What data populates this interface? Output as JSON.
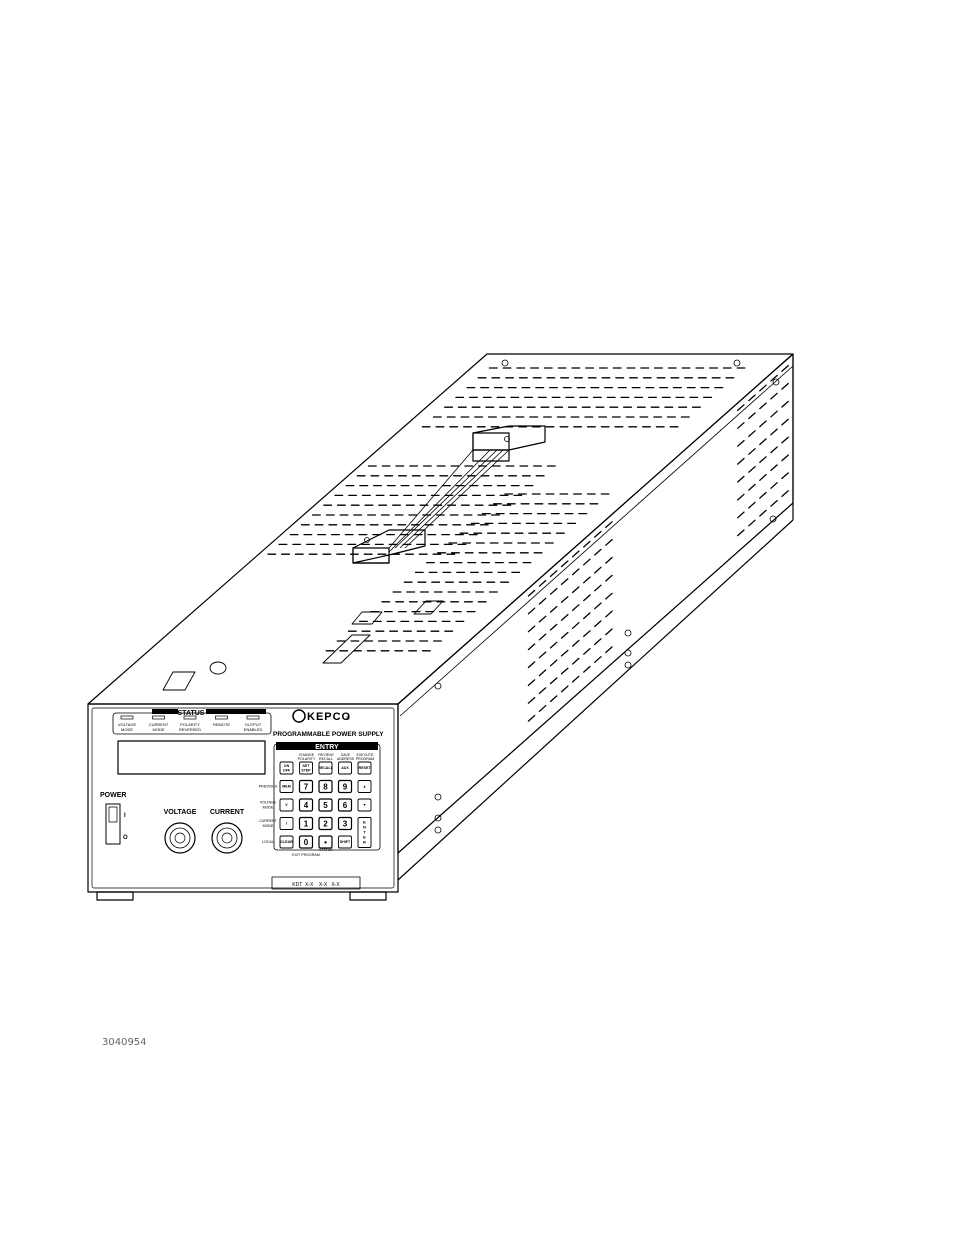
{
  "figure": {
    "status_title": "STATUS",
    "status_leds": [
      {
        "line1": "VOLTAGE",
        "line2": "MODE"
      },
      {
        "line1": "CURRENT",
        "line2": "MODE"
      },
      {
        "line1": "POLARITY",
        "line2": "REVERSED"
      },
      {
        "line1": "REMOTE",
        "line2": ""
      },
      {
        "line1": "OUTPUT",
        "line2": "ENABLED"
      }
    ],
    "brand": "KEPCO",
    "brand_mark": "®",
    "product_line": "PROGRAMMABLE POWER SUPPLY",
    "entry_title": "ENTRY",
    "entry_headers": [
      {
        "line1": "",
        "line2": ""
      },
      {
        "line1": "CHANGE",
        "line2": "POLARITY"
      },
      {
        "line1": "REVIEW/",
        "line2": "RECALL"
      },
      {
        "line1": "SAVE",
        "line2": "ADDRESS"
      },
      {
        "line1": "EXECUTE",
        "line2": "PROGRAM"
      }
    ],
    "keypad_rows": [
      {
        "label": "",
        "keys": [
          "ON\nOFF",
          "SET\nSTEP",
          "RECALL",
          "AUX",
          "RESET"
        ]
      },
      {
        "label": "PREVIOUS",
        "keys": [
          "MEM",
          "7",
          "8",
          "9",
          "▲"
        ]
      },
      {
        "label": "VOLTAGE MODE",
        "keys": [
          "V",
          "4",
          "5",
          "6",
          "▼"
        ]
      },
      {
        "label": "CURRENT MODE",
        "keys": [
          "I",
          "1",
          "2",
          "3",
          "ENTER"
        ]
      },
      {
        "label": "LOCAL",
        "keys": [
          "CLEAR",
          "0",
          "•",
          "SHIFT",
          ""
        ]
      }
    ],
    "keypad_footer": "EXIT PROGRAM",
    "keypad_footer2": "STATUS",
    "power_label": "POWER",
    "power_on_mark": "I",
    "power_off_mark": "O",
    "voltage_label": "VOLTAGE",
    "current_label": "CURRENT",
    "model_label": "KDT  X-X    X-X   X-X",
    "figure_id": "3040954"
  },
  "colors": {
    "line": "#000000",
    "background": "#ffffff",
    "caption": "#666666"
  }
}
